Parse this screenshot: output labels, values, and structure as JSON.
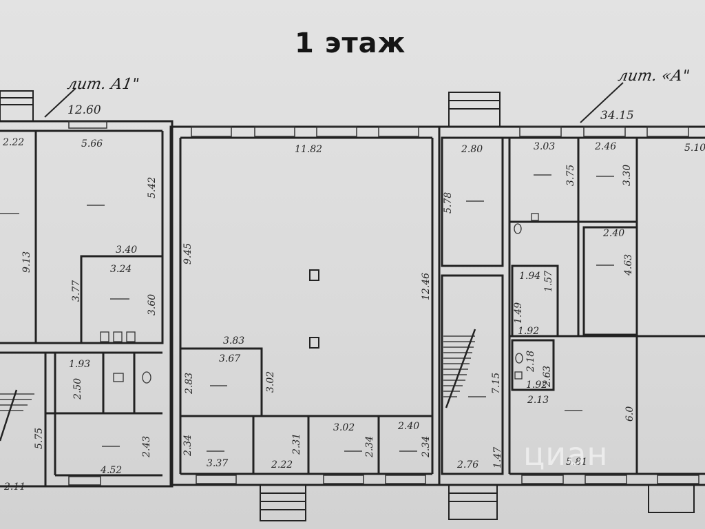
{
  "title": "1 этаж",
  "letters": {
    "left": "лит. А1\"",
    "right": "лит. «А\""
  },
  "watermark": "циан",
  "dimensions": {
    "d1": "12.60",
    "d2": "34.15",
    "d3": "2.22",
    "d4": "5.66",
    "d5": "5.42",
    "d6": "9.13",
    "d7": "3.40",
    "d8": "3.24",
    "d9": "3.77",
    "d10": "3.60",
    "d11": "11.82",
    "d12": "9.45",
    "d13": "12.46",
    "d14": "3.83",
    "d15": "3.67",
    "d16": "2.83",
    "d17": "3.02",
    "d18": "1.93",
    "d19": "2.50",
    "d20": "5.75",
    "d21": "2.43",
    "d22": "4.52",
    "d23": "2.11",
    "d24": "2.34",
    "d25": "3.37",
    "d26": "2.31",
    "d27": "2.22",
    "d28": "3.02",
    "d29": "2.34",
    "d30": "2.40",
    "d31": "2.34",
    "d32": "2.80",
    "d33": "5.78",
    "d34": "3.03",
    "d35": "3.75",
    "d36": "2.46",
    "d37": "3.30",
    "d38": "5.10",
    "d39": "2.40",
    "d40": "4.63",
    "d41": "1.94",
    "d42": "1.57",
    "d43": "1.49",
    "d44": "1.92",
    "d45": "2.18",
    "d46": "2.63",
    "d47": "1.92",
    "d48": "2.13",
    "d49": "7.15",
    "d50": "6.0",
    "d51": "5.81",
    "d52": "2.76",
    "d53": "1.47"
  }
}
